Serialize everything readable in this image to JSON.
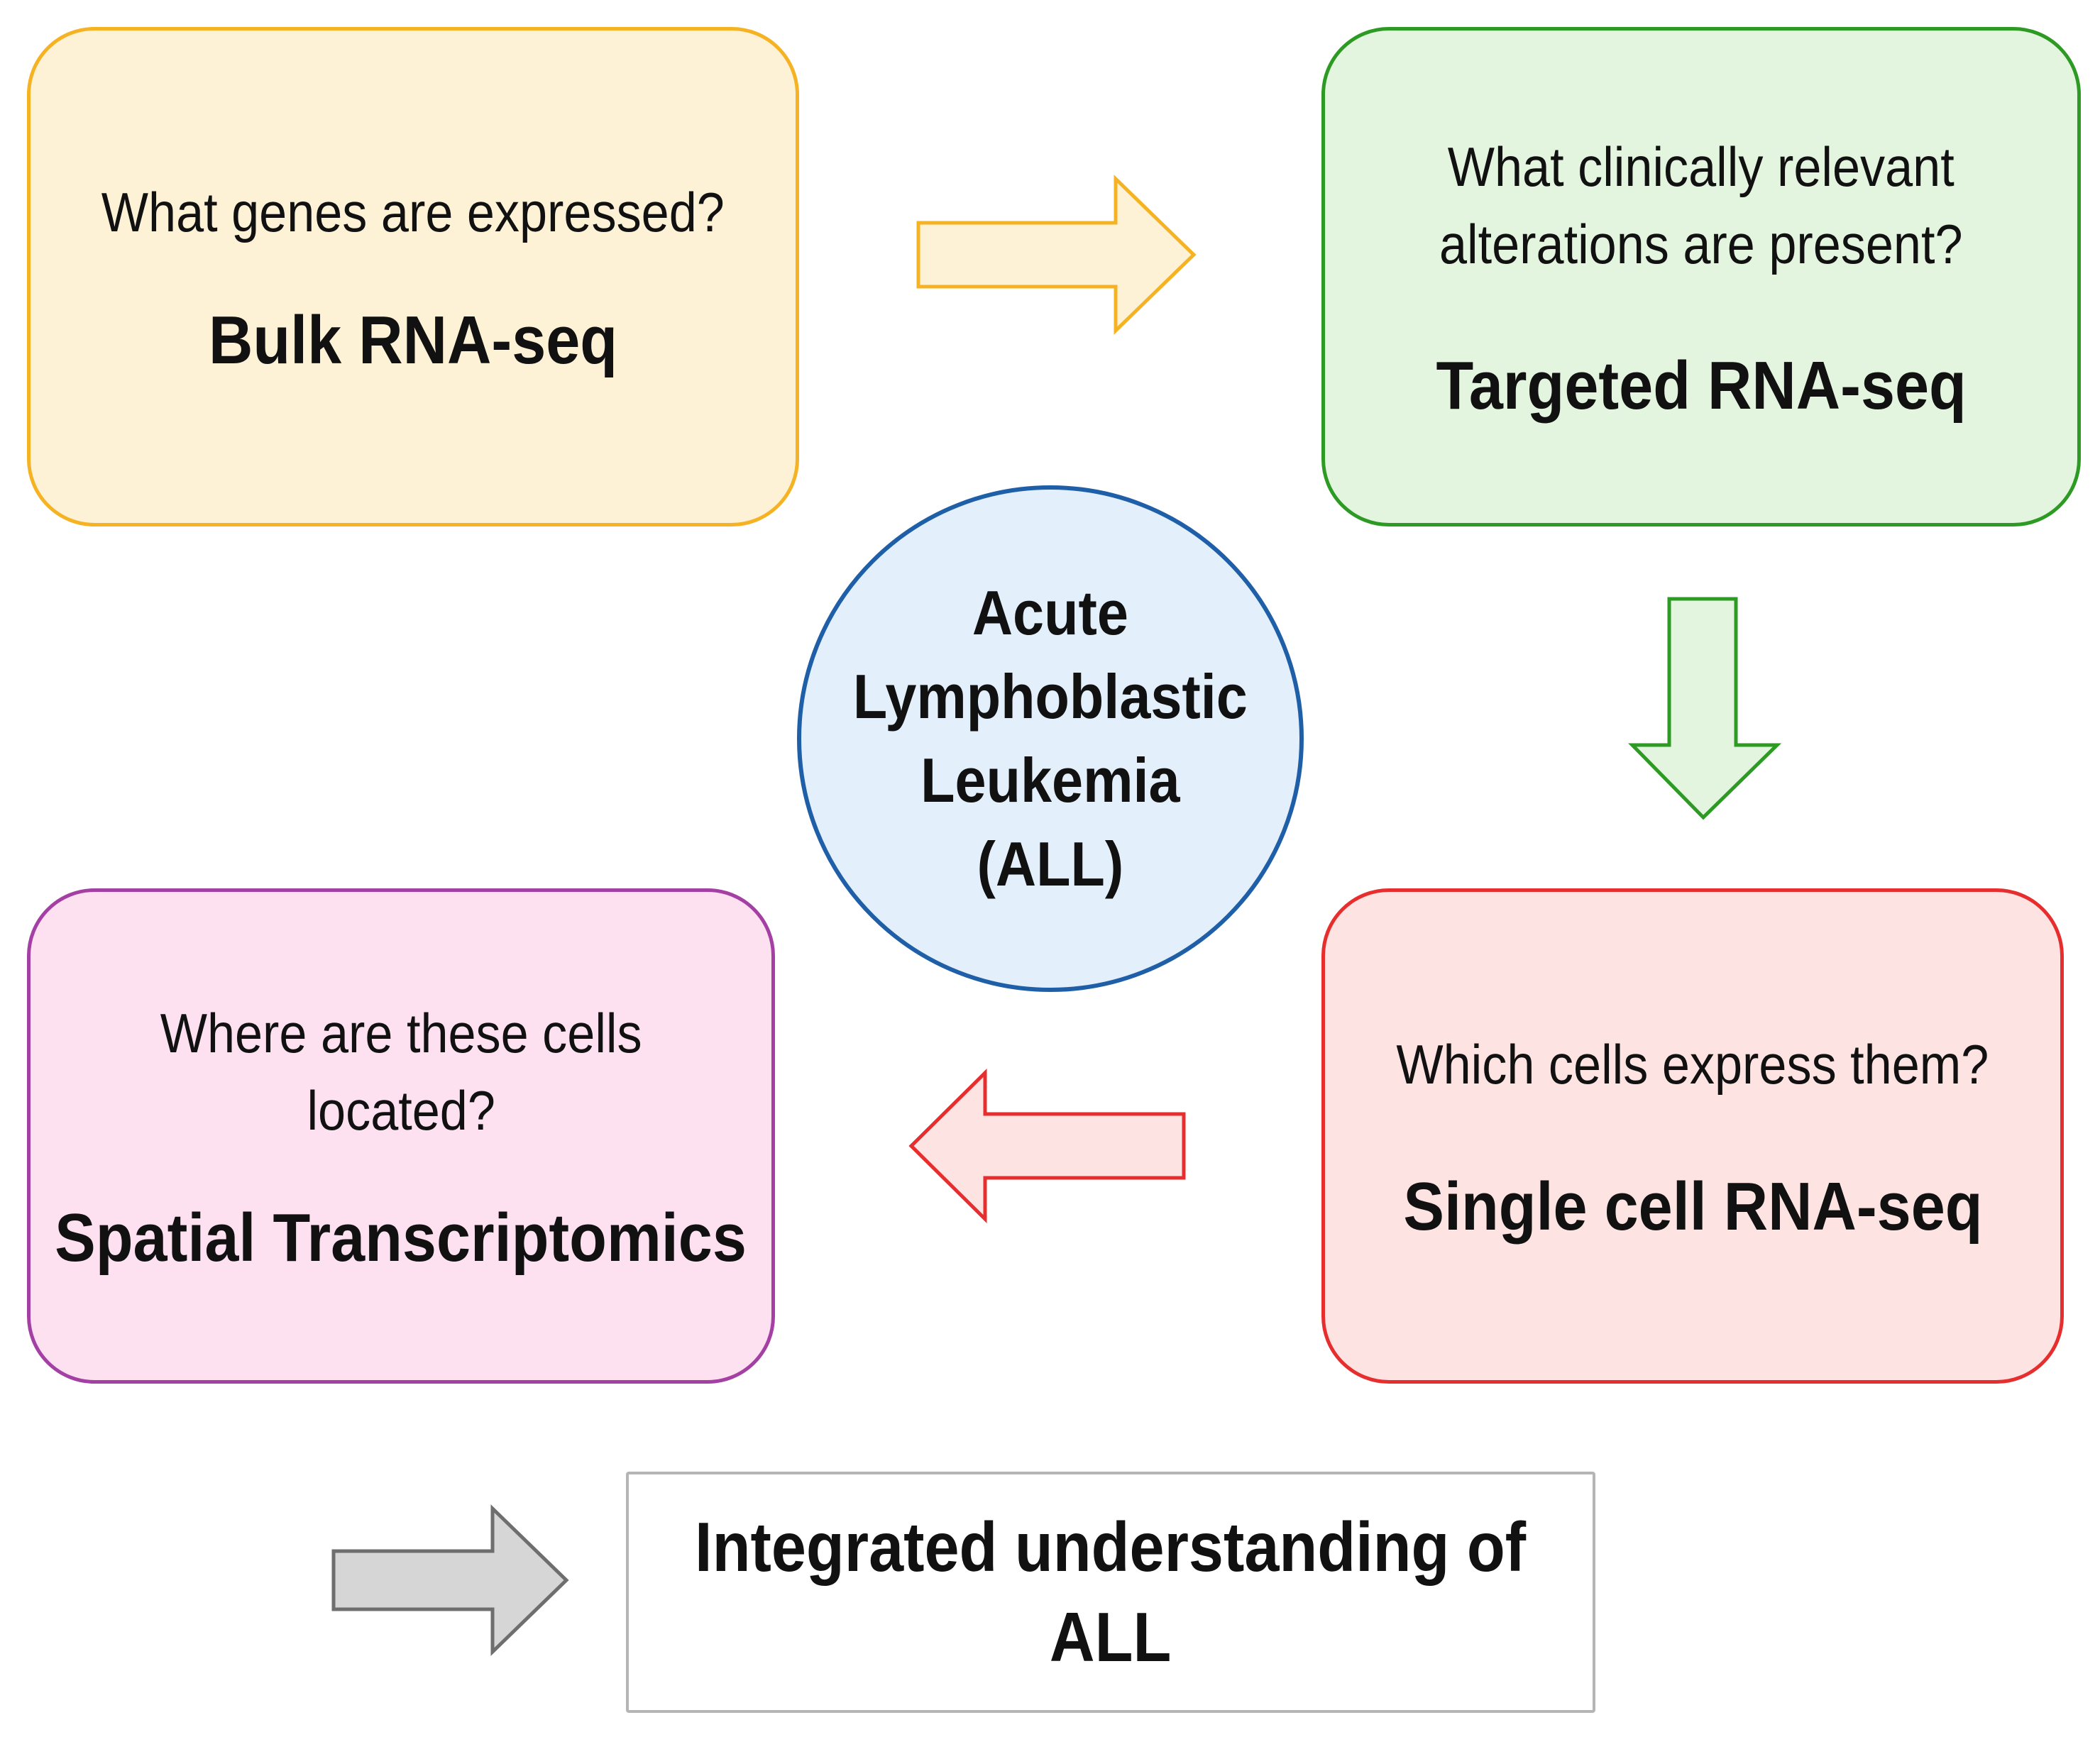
{
  "boxes": {
    "bulk": {
      "question": "What genes are expressed?",
      "method": "Bulk RNA-seq",
      "fill": "#fdf1d6",
      "border": "#f5b324"
    },
    "targeted": {
      "question_line1": "What clinically relevant",
      "question_line2": "alterations are present?",
      "method": "Targeted RNA-seq",
      "fill": "#e3f4df",
      "border": "#2d9a24"
    },
    "single": {
      "question": "Which cells express them?",
      "method": "Single cell RNA-seq",
      "fill": "#fde3e1",
      "border": "#e62e2e"
    },
    "spatial": {
      "question_line1": "Where are these cells",
      "question_line2": "located?",
      "method": "Spatial Transcriptomics",
      "fill": "#fde1f0",
      "border": "#a43fa4"
    }
  },
  "center": {
    "line1": "Acute",
    "line2": "Lymphoblastic",
    "line3": "Leukemia",
    "line4": "(ALL)",
    "fill": "#e3effb",
    "border": "#1f5fa8"
  },
  "result": {
    "line1": "Integrated understanding of",
    "line2": "ALL"
  },
  "arrows": {
    "bulk_to_targeted": {
      "direction": "right",
      "fill": "#fdf1d6",
      "stroke": "#f5b324"
    },
    "targeted_to_single": {
      "direction": "down",
      "fill": "#e3f4df",
      "stroke": "#2d9a24"
    },
    "single_to_spatial": {
      "direction": "left",
      "fill": "#fde3e1",
      "stroke": "#e62e2e"
    },
    "to_result": {
      "direction": "right",
      "fill": "#d6d6d6",
      "stroke": "#6e6e6e"
    }
  }
}
